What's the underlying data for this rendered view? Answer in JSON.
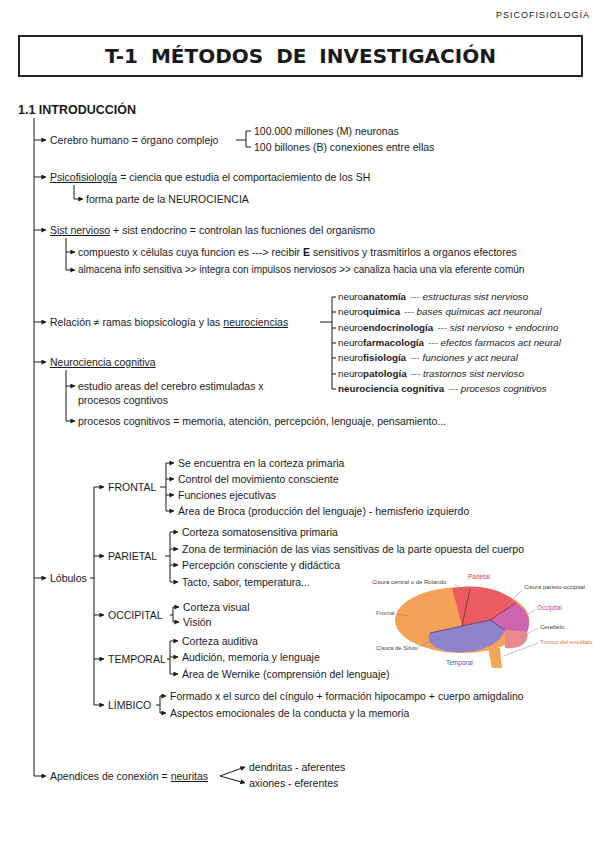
{
  "diagram": {
    "title": "T-1 MÉTODOS DE INVESTIGACIÓN",
    "labels": [
      "PSICOFISIOLOGÍA",
      "1.1 INTRODUCCIÓN",
      "Cerebro humano = órgano complejo",
      "100.000 millones (M) neuronas",
      "100 billones (B) conexiones entre ellas",
      "Psicofisiología",
      "= ciencia que estudia el comportaciemiento de los SH",
      "forma parte de la NEUROCIENCIA",
      "Sist nervioso",
      "+ sist endocrino = controlan las fucniones del organismo",
      "compuesto x células cuya funcion es ---> recibir",
      "E",
      "sensitivos y trasmitirlos a organos efectores",
      "almacena info sensitiva >> integra con impulsos nerviosos >> canaliza hacia una via eferente común",
      "Relación ≠ ramas biopsicología y las",
      "neurociencias",
      "neuro",
      "anatomía",
      "--- estructuras sist nervioso",
      "neuro",
      "química",
      "--- bases químicas act neuronal",
      "neuro",
      "endocrinología",
      "--- sist nervioso + endocrino",
      "neuro",
      "farmacología",
      "--- efectos farmacos act neural",
      "neuro",
      "fisiología",
      "--- funciones y act neural",
      "neuro",
      "patología",
      "--- trastornos sist nervioso",
      "neurociencia cognitiva",
      "--- procesos cognitivos",
      "Neurociencia cognitiva",
      "estudio areas del cerebro estimuladas x procesos cogntivos",
      "procesos cognitivos = memoria, atención, percepción, lenguaje, pensamiento...",
      "Lóbulos",
      "FRONTAL",
      "Se encuentra en la corteza primaria",
      "Control del movimiento consciente",
      "Funciones ejecutivas",
      "Área de Broca (producción del lenguaje) - hemisferio izquierdo",
      "PARIETAL",
      "Corteza somatosensitiva primaria",
      "Zona de terminación de las vias sensitivas de la parte opuesta del cuerpo",
      "Percepción consciente y didáctica",
      "Tacto, sabor, temperatura...",
      "OCCIPITAL",
      "Corteza visual",
      "Visión",
      "TEMPORAL",
      "Corteza auditiva",
      "Audición, memoria y lenguaje",
      "Área de Wernike (comprensión del lenguaje)",
      "LÍMBICO",
      "Formado x el surco del cíngulo + formación hipocampo + cuerpo amigdalino",
      "Aspectos emocionales de la conducta y la memoria",
      "Apendices de conexión =",
      "neuritas",
      "dendritas - aferentes",
      "axiones - eferentes",
      "Cisura central o de Rolando",
      "Parietal",
      "Cisura parieto-occipital",
      "Frontal",
      "Occipital",
      "Cerebelo",
      "Cisura de Silvio",
      "Temporal",
      "Tronco del encéfalo"
    ]
  }
}
